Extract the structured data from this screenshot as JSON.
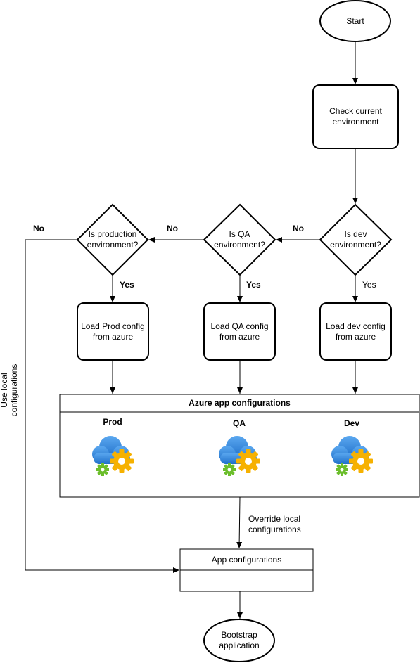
{
  "nodes": {
    "start": "Start",
    "check_env": "Check current\nenvironment",
    "is_dev": "Is dev\nenvironment?",
    "is_qa": "Is QA\nenvironment?",
    "is_prod": "Is production\nenvironment?",
    "load_dev": "Load dev config\nfrom azure",
    "load_qa": "Load QA config\nfrom azure",
    "load_prod": "Load Prod config\nfrom azure",
    "azure_container": "Azure app configurations",
    "app_config": "App configurations",
    "bootstrap": "Bootstrap\napplication"
  },
  "environments": {
    "prod": "Prod",
    "qa": "QA",
    "dev": "Dev"
  },
  "edges": {
    "no_dev": "No",
    "no_qa": "No",
    "no_prod": "No",
    "yes_dev": "Yes",
    "yes_qa": "Yes",
    "yes_prod": "Yes",
    "override": "Override local\nconfigurations",
    "use_local": "Use local\nconfigurations"
  },
  "icons": {
    "cloud_config": "cloud-gear-icon"
  },
  "colors": {
    "cloud": "#2F80D8",
    "gear_large": "#F6B100",
    "gear_small": "#6BBE2B"
  }
}
